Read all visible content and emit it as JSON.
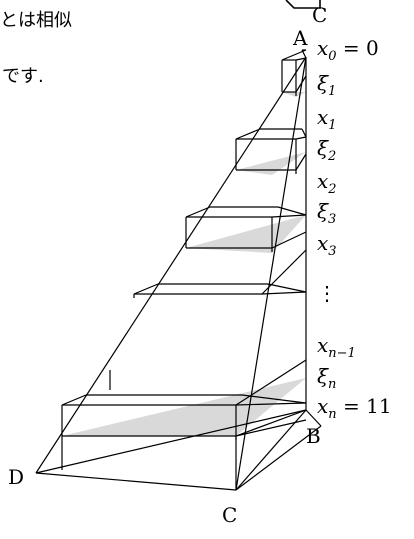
{
  "text_fragments": {
    "line1": "とは相似",
    "line2": "です."
  },
  "vertices": {
    "top": "A",
    "right": "B",
    "left": "D",
    "bottom": "C",
    "top_partial": "C"
  },
  "axis_labels": [
    {
      "id": "x0",
      "var": "x",
      "sub": "0",
      "suffix": " = 0"
    },
    {
      "id": "xi1",
      "var": "ξ",
      "sub": "1",
      "suffix": ""
    },
    {
      "id": "x1",
      "var": "x",
      "sub": "1",
      "suffix": ""
    },
    {
      "id": "xi2",
      "var": "ξ",
      "sub": "2",
      "suffix": ""
    },
    {
      "id": "x2",
      "var": "x",
      "sub": "2",
      "suffix": ""
    },
    {
      "id": "xi3",
      "var": "ξ",
      "sub": "3",
      "suffix": ""
    },
    {
      "id": "x3",
      "var": "x",
      "sub": "3",
      "suffix": ""
    },
    {
      "id": "vdots",
      "var": "⋮",
      "sub": "",
      "suffix": ""
    },
    {
      "id": "xn1",
      "var": "x",
      "sub": "n−1",
      "suffix": ""
    },
    {
      "id": "xin",
      "var": "ξ",
      "sub": "n",
      "suffix": ""
    },
    {
      "id": "xn",
      "var": "x",
      "sub": "n",
      "suffix": " = 11"
    }
  ],
  "colors": {
    "line": "#000000",
    "shade": "#d9d9d9"
  }
}
